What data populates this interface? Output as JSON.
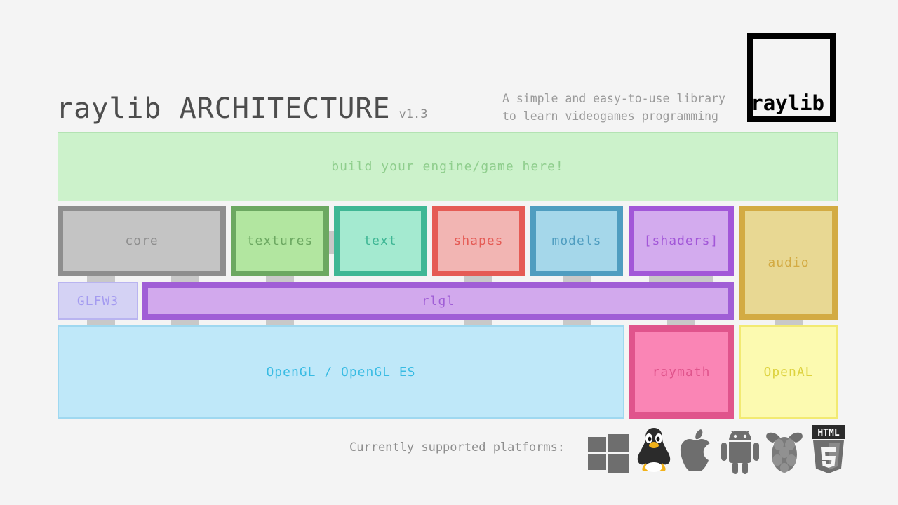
{
  "header": {
    "title": "raylib ARCHITECTURE",
    "version": "v1.3",
    "tagline_line1": "A simple and easy-to-use library",
    "tagline_line2": "to learn videogames programming",
    "logo_text": "raylib"
  },
  "banner": {
    "label": "build your engine/game here!"
  },
  "modules": [
    {
      "id": "core",
      "label": "core"
    },
    {
      "id": "textures",
      "label": "textures"
    },
    {
      "id": "text",
      "label": "text"
    },
    {
      "id": "shapes",
      "label": "shapes"
    },
    {
      "id": "models",
      "label": "models"
    },
    {
      "id": "shaders",
      "label": "[shaders]"
    },
    {
      "id": "audio",
      "label": "audio"
    }
  ],
  "middle": [
    {
      "id": "glfw",
      "label": "GLFW3"
    },
    {
      "id": "rlgl",
      "label": "rlgl"
    }
  ],
  "bottom": [
    {
      "id": "opengl",
      "label": "OpenGL / OpenGL ES"
    },
    {
      "id": "raymath",
      "label": "raymath"
    },
    {
      "id": "openal",
      "label": "OpenAL"
    }
  ],
  "footer": {
    "label": "Currently supported platforms:",
    "platforms": [
      "windows",
      "linux",
      "apple",
      "android",
      "raspberrypi",
      "html5"
    ]
  },
  "colors": {
    "background": "#f4f4f4",
    "banner_fill": "#ccf2cb",
    "banner_text": "#8fce8d",
    "core": "#8e8e8e",
    "textures": "#6ca861",
    "text": "#3fb795",
    "shapes": "#e55b55",
    "models": "#4f9dc0",
    "shaders": "#a257d8",
    "audio": "#d3ab43",
    "glfw": "#a49bf0",
    "rlgl": "#a05ed6",
    "opengl": "#38bbe3",
    "raymath": "#e0548c",
    "openal": "#ddd23f",
    "title_text": "#4d4d4d",
    "muted_text": "#8d8d8d",
    "icon_gray": "#6e6e6e",
    "tab_gray": "#c8c8c8"
  }
}
